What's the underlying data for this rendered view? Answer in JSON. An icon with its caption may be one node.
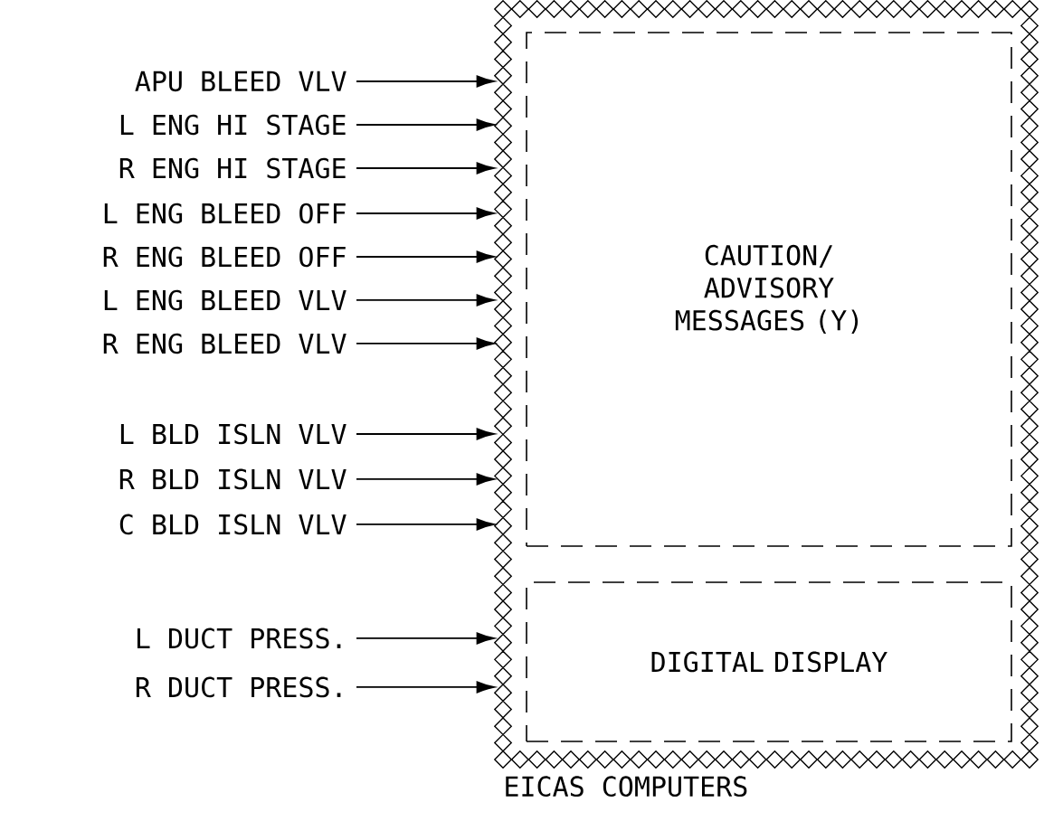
{
  "diagram": {
    "nodes": [
      {
        "text": [
          "EICAS COMPUTERS"
        ]
      },
      {
        "text": [
          "CAUTION/ ADVISORY MESSAGES (Y)"
        ],
        "in": 0
      },
      {
        "text": [
          "DIGITAL DISPLAY"
        ],
        "in": 0
      },
      {
        "text": [
          "APU BLEED VLV"
        ]
      },
      {
        "text": [
          "L ENG HI STAGE"
        ]
      },
      {
        "text": [
          "R ENG HI STAGE"
        ]
      },
      {
        "text": [
          "L ENG BLEED OFF"
        ]
      },
      {
        "text": [
          "R ENG BLEED OFF"
        ]
      },
      {
        "text": [
          "L ENG BLEED VLV"
        ]
      },
      {
        "text": [
          "R ENG BLEED VLV"
        ]
      },
      {
        "text": [
          "L BLD ISLN VLV"
        ]
      },
      {
        "text": [
          "R BLD ISLN VLV"
        ]
      },
      {
        "text": [
          "C BLD ISLN VLV"
        ]
      },
      {
        "text": [
          "L DUCT PRESS."
        ]
      },
      {
        "text": [
          "R DUCT PRESS."
        ]
      }
    ],
    "edges": [
      {
        "from": 3,
        "to": 0,
        "arrow": "to"
      },
      {
        "from": 4,
        "to": 0,
        "arrow": "to"
      },
      {
        "from": 5,
        "to": 0,
        "arrow": "to"
      },
      {
        "from": 6,
        "to": 0,
        "arrow": "to"
      },
      {
        "from": 7,
        "to": 0,
        "arrow": "to"
      },
      {
        "from": 8,
        "to": 0,
        "arrow": "to"
      },
      {
        "from": 9,
        "to": 0,
        "arrow": "to"
      },
      {
        "from": 10,
        "to": 0,
        "arrow": "to"
      },
      {
        "from": 11,
        "to": 0,
        "arrow": "to"
      },
      {
        "from": 12,
        "to": 0,
        "arrow": "to"
      },
      {
        "from": 13,
        "to": 0,
        "arrow": "to"
      },
      {
        "from": 14,
        "to": 0,
        "arrow": "to"
      }
    ]
  }
}
